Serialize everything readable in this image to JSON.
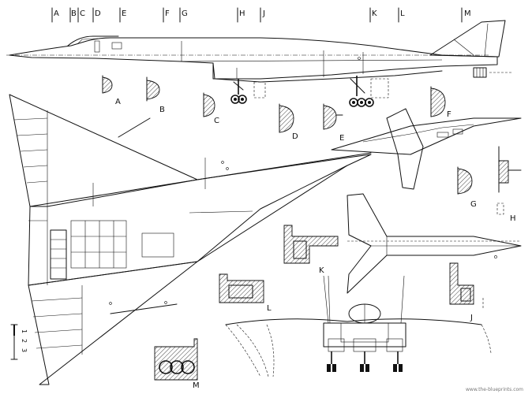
{
  "station_marks": [
    "A",
    "B",
    "C",
    "D",
    "E",
    "F",
    "G",
    "H",
    "J",
    "K",
    "L",
    "M"
  ],
  "section_labels": {
    "A": "A",
    "B": "B",
    "C": "C",
    "D": "D",
    "E": "E",
    "F": "F",
    "G": "G",
    "H": "H",
    "J": "J",
    "K": "K",
    "L": "L",
    "M": "M"
  },
  "scale_bar": {
    "ticks": [
      "1",
      "2",
      "3"
    ]
  },
  "watermark": "www.the-blueprints.com"
}
